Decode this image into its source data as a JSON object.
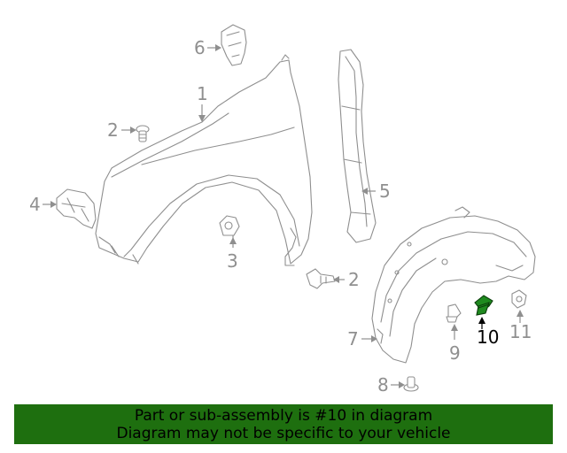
{
  "callouts": {
    "c1": "1",
    "c2a": "2",
    "c2b": "2",
    "c3": "3",
    "c4": "4",
    "c5": "5",
    "c6": "6",
    "c7": "7",
    "c8": "8",
    "c9": "9",
    "c10": "10",
    "c11": "11"
  },
  "highlight": {
    "part_number": "10",
    "color": "#1f8a1f"
  },
  "banner": {
    "line1": "Part or sub-assembly is #10 in diagram",
    "line2": "Diagram may not be specific to your vehicle",
    "background": "#1e6f0f"
  }
}
